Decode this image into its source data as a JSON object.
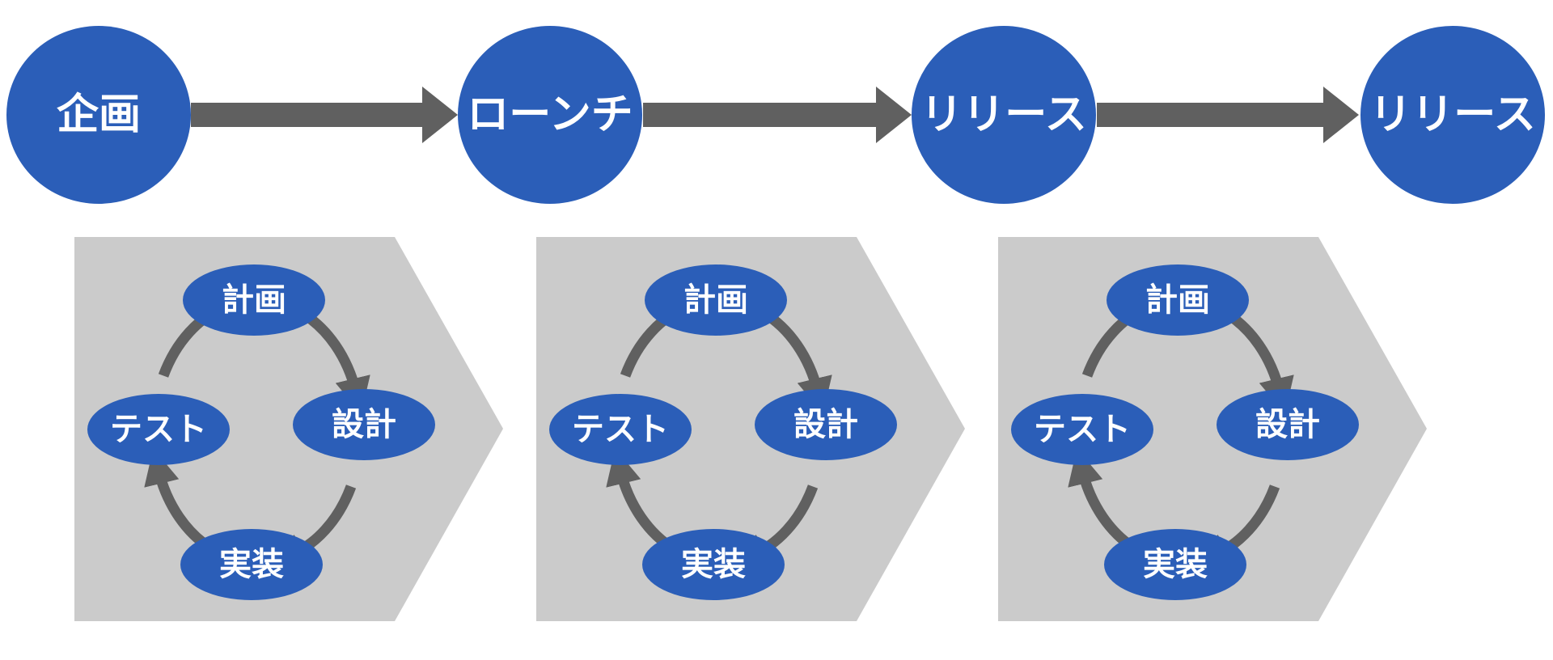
{
  "colors": {
    "node_blue": "#2B5EB8",
    "chevron_gray": "#CBCBCB",
    "arrow_gray": "#606060",
    "label_text": "#FFFFFF"
  },
  "flow_steps": [
    {
      "label": "企画"
    },
    {
      "label": "ローンチ"
    },
    {
      "label": "リリース"
    },
    {
      "label": "リリース"
    }
  ],
  "stages": [
    {
      "cycle": {
        "plan": "計画",
        "design": "設計",
        "implement": "実装",
        "test": "テスト"
      }
    },
    {
      "cycle": {
        "plan": "計画",
        "design": "設計",
        "implement": "実装",
        "test": "テスト"
      }
    },
    {
      "cycle": {
        "plan": "計画",
        "design": "設計",
        "implement": "実装",
        "test": "テスト"
      }
    }
  ]
}
